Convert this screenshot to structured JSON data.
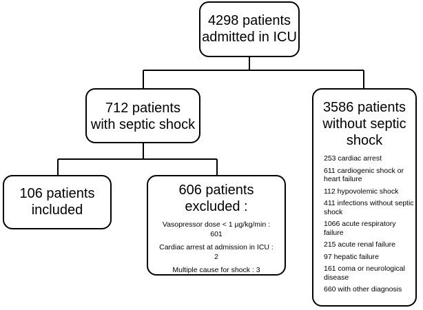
{
  "top": {
    "line1": "4298 patients",
    "line2": "admitted in ICU"
  },
  "septic": {
    "line1": "712 patients",
    "line2": "with septic shock"
  },
  "non_septic": {
    "line1": "3586 patients",
    "line2": "without septic",
    "line3": "shock",
    "items": [
      "253 cardiac arrest",
      "611 cardiogenic shock or heart failure",
      "112 hypovolemic shock",
      "411 infections without septic shock",
      "1066 acute respiratory failure",
      "215 acute renal failure",
      "97 hepatic failure",
      "161 coma or neurological disease",
      "660 with other diagnosis"
    ]
  },
  "included": {
    "line1": "106 patients",
    "line2": "included"
  },
  "excluded": {
    "line1": "606 patients",
    "line2": "excluded :",
    "items": [
      "Vasopressor dose < 1 µg/kg/min : 601",
      "Cardiac arrest at admission in ICU : 2",
      "Multiple cause for shock : 3"
    ]
  }
}
